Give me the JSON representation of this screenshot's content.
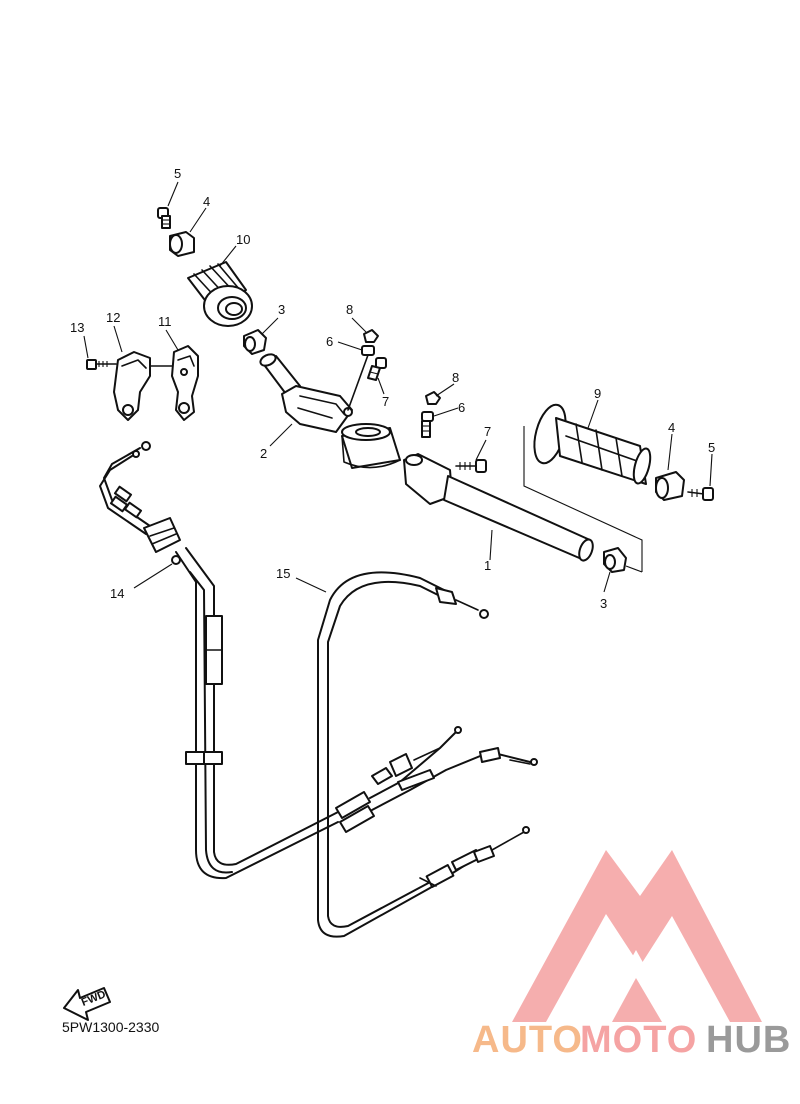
{
  "diagram": {
    "part_code": "5PW1300-2330",
    "fwd_label": "FWD",
    "callouts": {
      "c1": "1",
      "c2": "2",
      "c3a": "3",
      "c3b": "3",
      "c4a": "4",
      "c4b": "4",
      "c5a": "5",
      "c5b": "5",
      "c6a": "6",
      "c6b": "6",
      "c7a": "7",
      "c7b": "7",
      "c8a": "8",
      "c8b": "8",
      "c9": "9",
      "c10": "10",
      "c11": "11",
      "c12": "12",
      "c13": "13",
      "c14": "14",
      "c15": "15"
    }
  },
  "watermark": {
    "text_auto": "AUTO",
    "text_moto": "MOTO",
    "text_hub": "HUB",
    "color_auto": "#f6b98a",
    "color_moto": "#f5a3a3",
    "color_hub": "#9a9a9a",
    "logo_color": "#f4a0a0"
  }
}
